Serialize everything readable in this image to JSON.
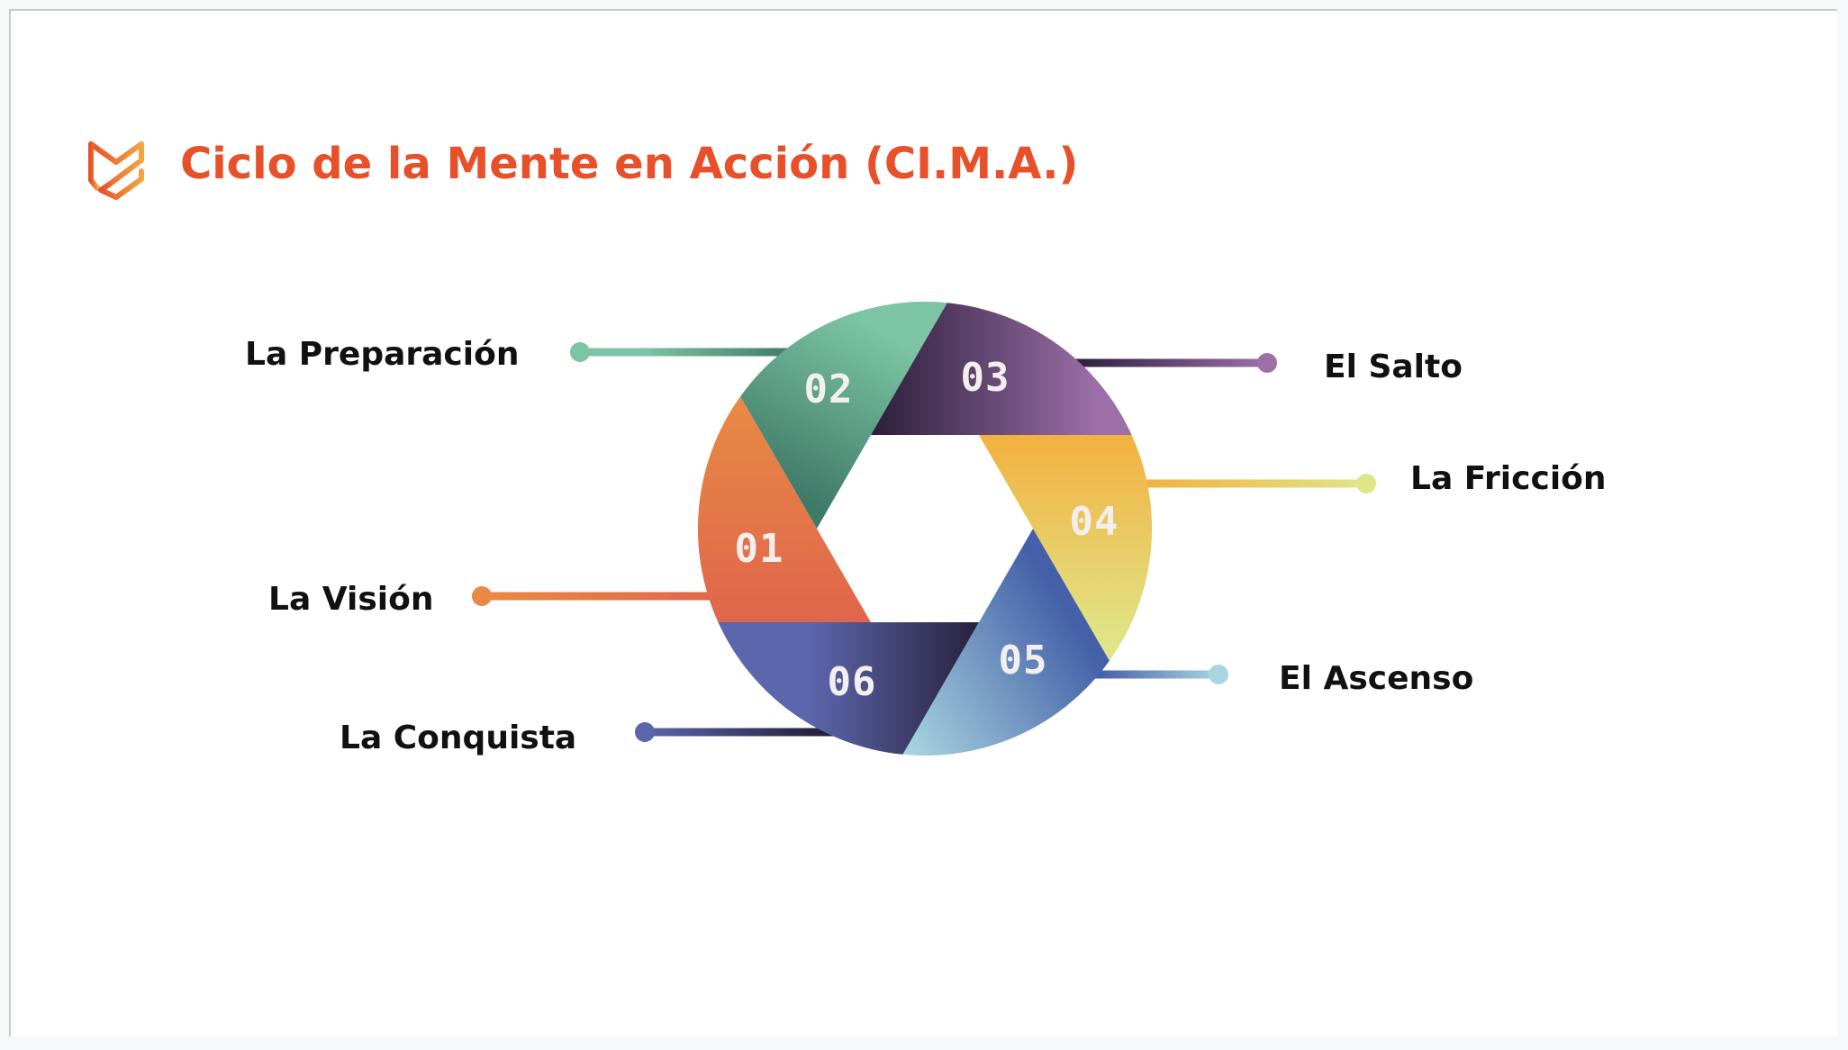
{
  "title": "Ciclo de la Mente en Acción (CI.M.A.)",
  "logo": {
    "icon": "chevron-shield-logo-icon",
    "color_start": "#e8502a",
    "color_end": "#f2a540"
  },
  "colors": {
    "title": "#e8502a",
    "label_text": "#111111",
    "number_text": "#f3efef",
    "background": "#ffffff"
  },
  "stages": [
    {
      "number": "01",
      "label": "La Visión",
      "color_light": "#e88a44",
      "color_dark": "#e0654c"
    },
    {
      "number": "02",
      "label": "La Preparación",
      "color_light": "#7cc4a3",
      "color_dark": "#3f7a68"
    },
    {
      "number": "03",
      "label": "El Salto",
      "color_light": "#9d6fa9",
      "color_dark": "#2a1f3a"
    },
    {
      "number": "04",
      "label": "La Fricción",
      "color_light": "#dfe68a",
      "color_dark": "#f2b13f"
    },
    {
      "number": "05",
      "label": "El Ascenso",
      "color_light": "#a8d6e0",
      "color_dark": "#4560a8"
    },
    {
      "number": "06",
      "label": "La Conquista",
      "color_light": "#5c66ac",
      "color_dark": "#2a2440"
    }
  ]
}
